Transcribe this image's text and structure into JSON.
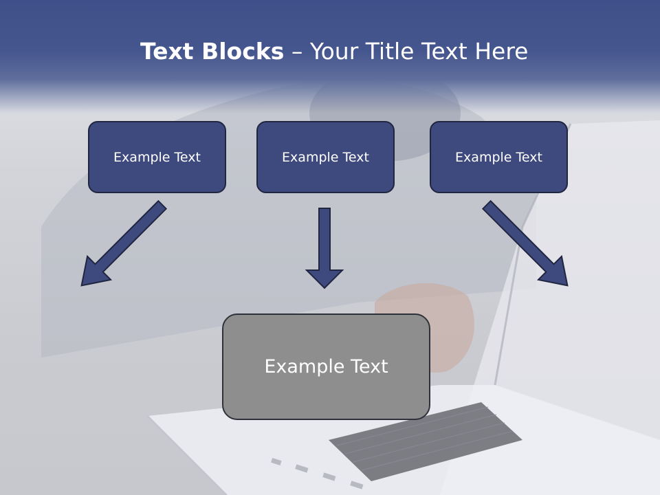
{
  "slide": {
    "title_bold": "Text Blocks",
    "title_dash": " – ",
    "title_rest": "Your Title Text Here"
  },
  "blocks": [
    {
      "label": "Example Text"
    },
    {
      "label": "Example Text"
    },
    {
      "label": "Example Text"
    }
  ],
  "main_block": {
    "label": "Example Text"
  },
  "colors": {
    "header": "#45568e",
    "box_fill": "#3e4a7d",
    "box_border": "#20263f",
    "main_fill": "#8e8e8e",
    "arrow_fill": "#3e4a7d"
  }
}
